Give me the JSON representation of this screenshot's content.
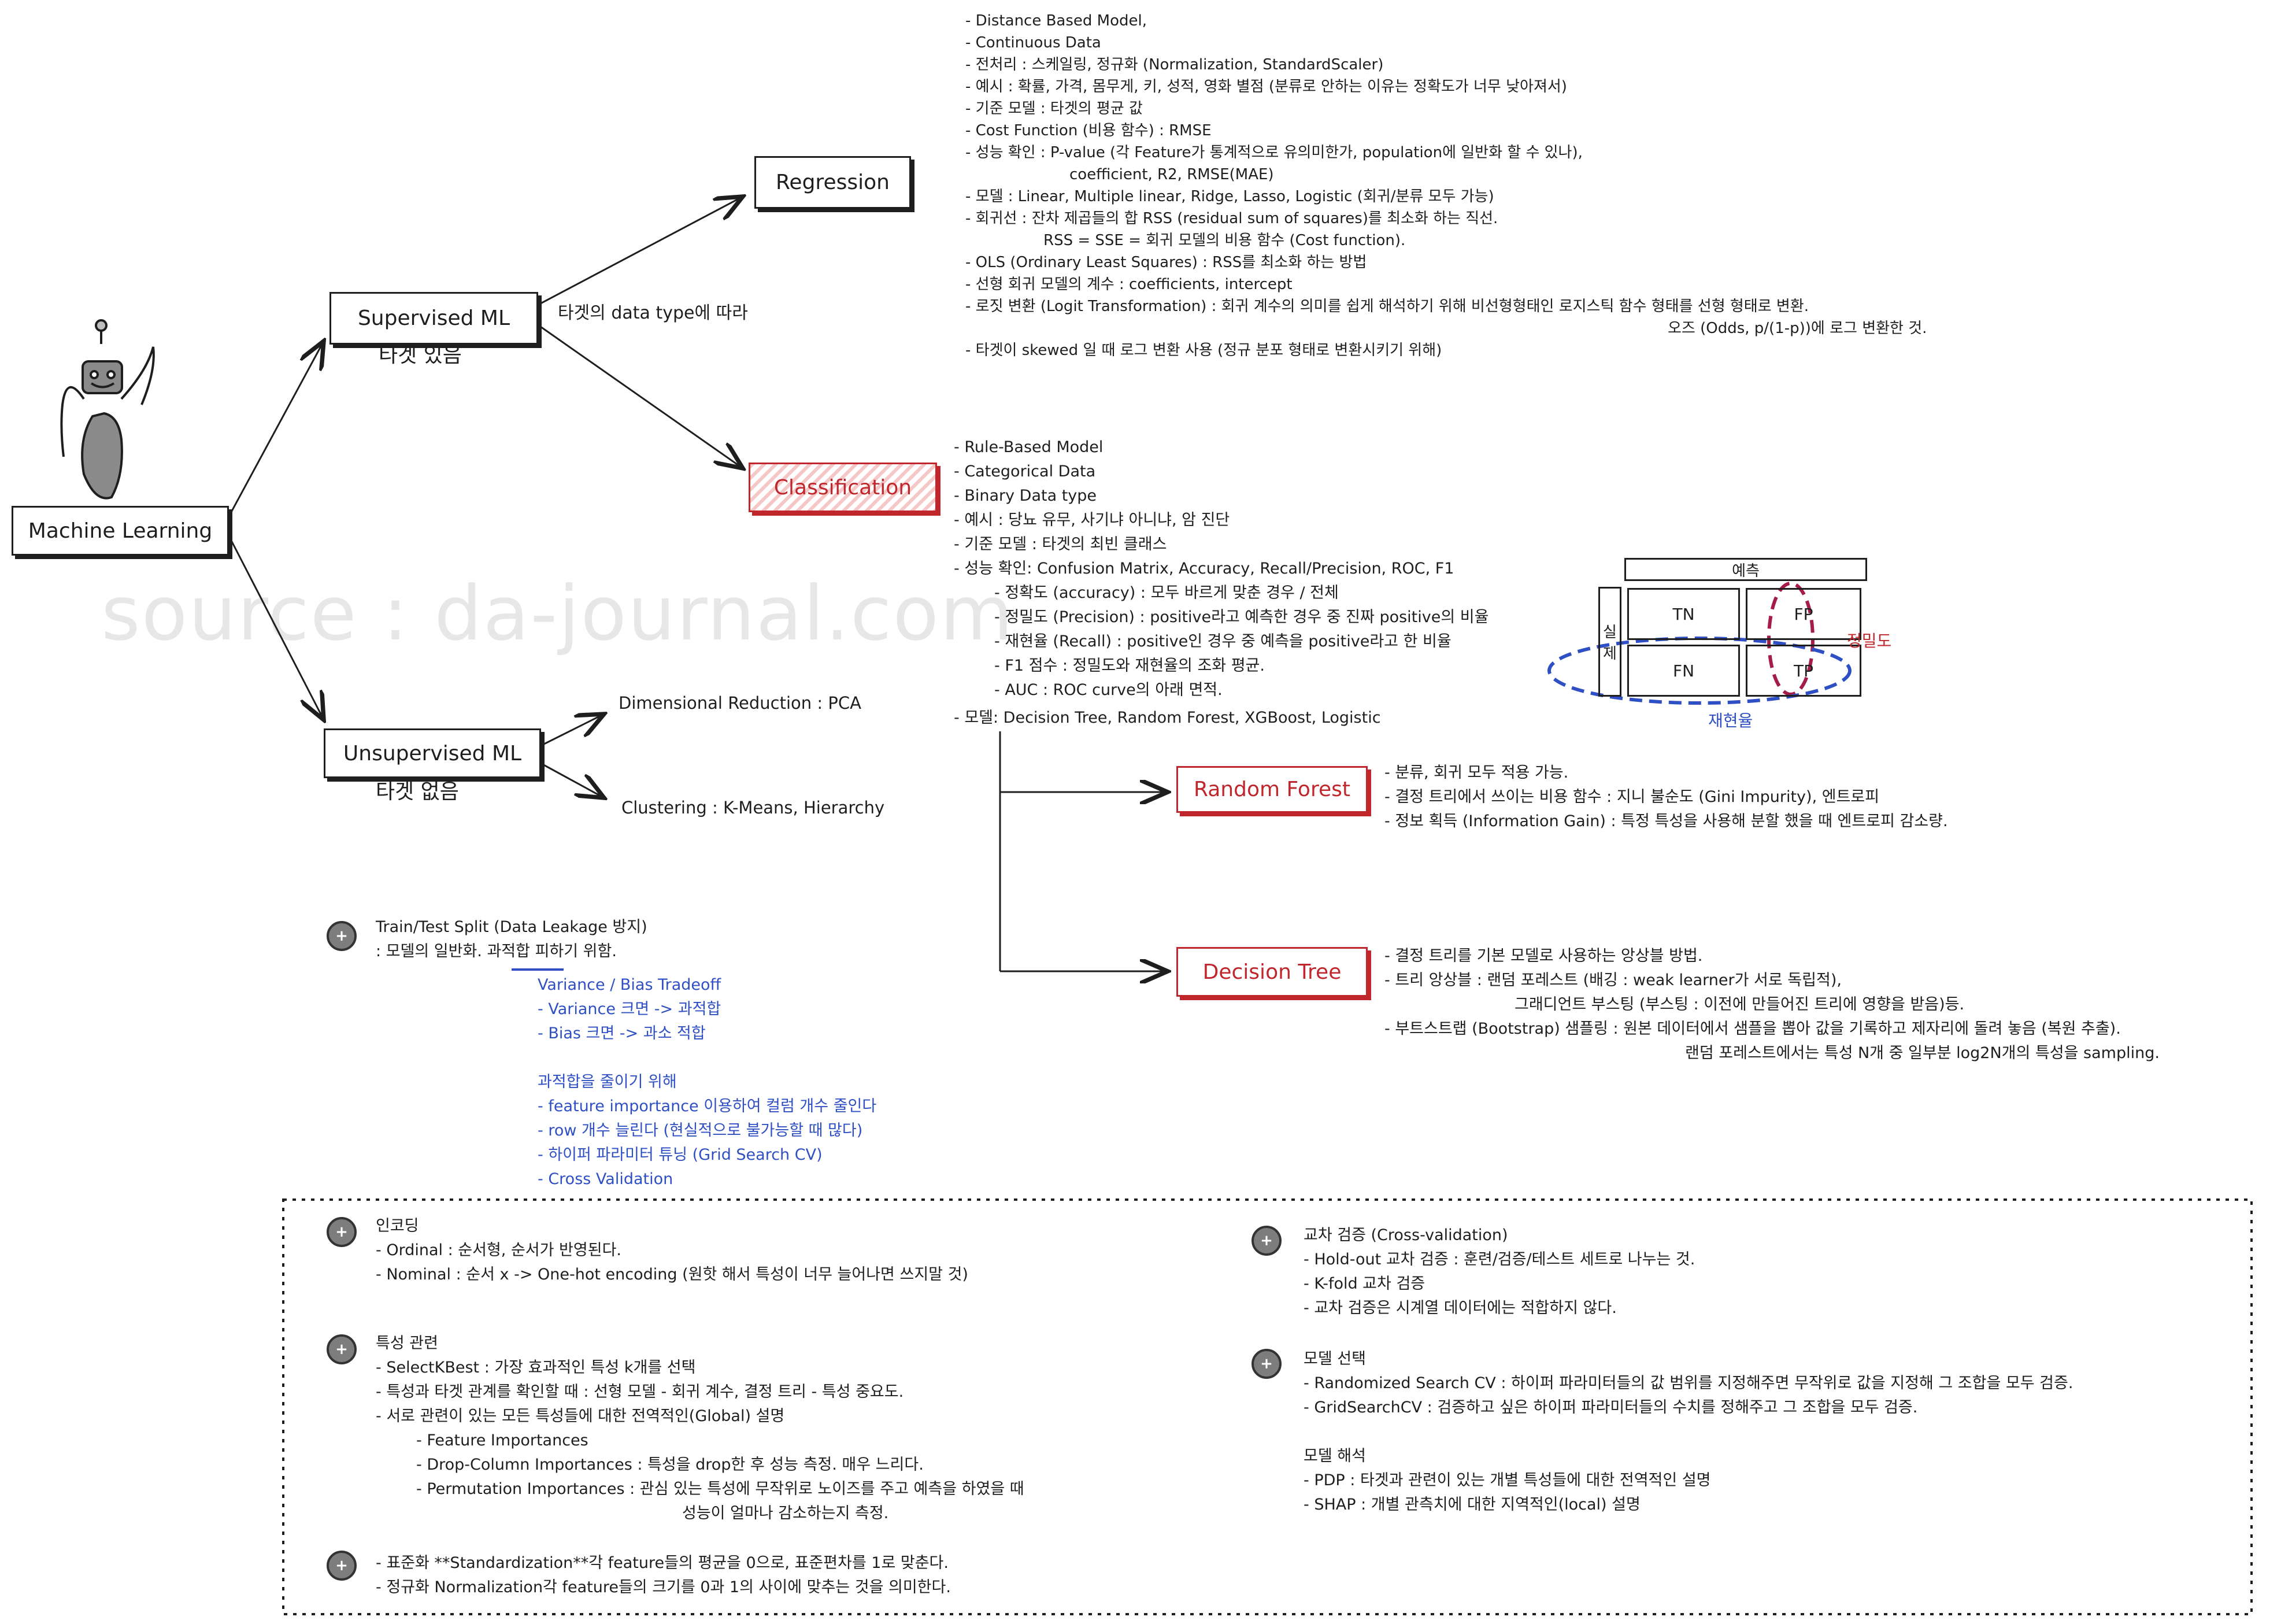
{
  "watermark": "source : da-journal.com",
  "nodes": {
    "machine_learning": "Machine Learning",
    "supervised": "Supervised ML",
    "supervised_sub": "타겟 있음",
    "unsupervised": "Unsupervised ML",
    "unsupervised_sub": "타겟 없음",
    "regression": "Regression",
    "classification": "Classification",
    "random_forest": "Random Forest",
    "decision_tree": "Decision Tree",
    "edge_label": "타겟의 data type에 따라"
  },
  "unsupervised_items": [
    "Dimensional Reduction : PCA",
    "Clustering : K-Means, Hierarchy"
  ],
  "regression_notes": [
    "- Distance Based Model,",
    "- Continuous Data",
    "- 전처리 : 스케일링, 정규화 (Normalization, StandardScaler)",
    "- 예시 : 확률, 가격, 몸무게, 키, 성적, 영화 별점 (분류로 안하는 이유는 정확도가 너무 낮아져서)",
    "- 기준 모델 : 타겟의 평균 값",
    "- Cost Function (비용 함수) : RMSE",
    "- 성능 확인 : P-value (각 Feature가 통계적으로 유의미한가, population에 일반화 할 수 있나),",
    "coefficient, R2, RMSE(MAE)",
    "- 모델 : Linear, Multiple linear, Ridge, Lasso, Logistic (회귀/분류 모두 가능)",
    "- 회귀선 : 잔차 제곱들의 합 RSS (residual sum of squares)를 최소화 하는 직선.",
    "RSS = SSE = 회귀 모델의 비용 함수 (Cost function).",
    "- OLS (Ordinary Least Squares) : RSS를 최소화 하는 방법",
    "- 선형 회귀 모델의 계수 : coefficients, intercept",
    "- 로짓 변환 (Logit Transformation) : 회귀 계수의 의미를 쉽게 해석하기 위해 비선형형태인 로지스틱 함수 형태를 선형 형태로 변환.",
    "오즈 (Odds, p/(1-p))에 로그 변환한 것.",
    "- 타겟이 skewed 일 때 로그 변환 사용 (정규 분포 형태로 변환시키기 위해)"
  ],
  "classification_notes": [
    "- Rule-Based Model",
    "- Categorical Data",
    "- Binary Data type",
    "- 예시 : 당뇨 유무, 사기냐 아니냐, 암 진단",
    "- 기준 모델 : 타겟의 최빈 클래스",
    "- 성능 확인: Confusion Matrix, Accuracy, Recall/Precision, ROC, F1",
    "- 정확도 (accuracy) : 모두 바르게 맞춘 경우 / 전체",
    "- 정밀도 (Precision) : positive라고 예측한 경우 중 진짜 positive의 비율",
    "- 재현율 (Recall) : positive인 경우 중 예측을 positive라고 한 비율",
    "- F1 점수 : 정밀도와 재현율의 조화 평균.",
    "- AUC : ROC curve의 아래 면적.",
    "- 모델: Decision Tree, Random Forest, XGBoost, Logistic"
  ],
  "confusion_matrix": {
    "header": "예측",
    "side": [
      "실",
      "제"
    ],
    "cells": [
      "TN",
      "FP",
      "FN",
      "TP"
    ],
    "precision_label": "정밀도",
    "recall_label": "재현율"
  },
  "random_forest_notes": [
    "- 분류, 회귀 모두 적용 가능.",
    "- 결정 트리에서 쓰이는 비용 함수 : 지니 불순도 (Gini Impurity), 엔트로피",
    "- 정보 획득 (Information Gain) : 특정 특성을 사용해 분할 했을 때 엔트로피 감소량."
  ],
  "decision_tree_notes": [
    "- 결정 트리를 기본 모델로 사용하는 앙상블 방법.",
    "- 트리 앙상블 : 랜덤 포레스트 (배깅 : weak learner가 서로 독립적),",
    "그래디언트 부스팅 (부스팅 : 이전에 만들어진 트리에 영향을 받음)등.",
    "- 부트스트랩 (Bootstrap) 샘플링 : 원본 데이터에서 샘플을 뽑아 값을 기록하고 제자리에 돌려 놓음 (복원 추출).",
    "랜덤 포레스트에서는 특성 N개 중 일부분 log2N개의 특성을 sampling."
  ],
  "train_test": {
    "title": "Train/Test Split (Data Leakage 방지)",
    "line2_prefix": ": 모델의 일반화. ",
    "line2_underlined": "과적합",
    "line2_suffix": " 피하기 위함.",
    "blue_lines": [
      "Variance / Bias Tradeoff",
      "- Variance 크면 -> 과적합",
      "- Bias 크면 -> 과소 적합",
      "",
      "과적합을 줄이기 위해",
      "- feature importance 이용하여 컬럼 개수 줄인다",
      "- row 개수 늘린다 (현실적으로 불가능할 때 많다)",
      "- 하이퍼 파라미터 튜닝 (Grid Search CV)",
      "- Cross Validation"
    ]
  },
  "encoding": [
    "인코딩",
    "- Ordinal : 순서형, 순서가 반영된다.",
    "- Nominal : 순서 x -> One-hot encoding (원핫 해서 특성이 너무 늘어나면 쓰지말 것)"
  ],
  "features": [
    "특성 관련",
    "- SelectKBest : 가장 효과적인 특성 k개를 선택",
    "- 특성과 타겟 관계를 확인할 때 : 선형 모델 - 회귀 계수, 결정 트리 - 특성 중요도.",
    "- 서로 관련이 있는 모든 특성들에 대한 전역적인(Global) 설명",
    "- Feature Importances",
    "- Drop-Column Importances : 특성을 drop한 후 성능 측정. 매우 느리다.",
    "- Permutation Importances : 관심 있는 특성에 무작위로 노이즈를 주고 예측을 하였을 때",
    "성능이 얼마나 감소하는지 측정."
  ],
  "scaling": [
    "- 표준화 **Standardization**각 feature들의 평균을 0으로, 표준편차를 1로 맞춘다.",
    "- 정규화 Normalization각 feature들의 크기를 0과 1의 사이에 맞추는 것을 의미한다."
  ],
  "cross_validation": [
    "교차 검증 (Cross-validation)",
    "- Hold-out 교차 검증 : 훈련/검증/테스트 세트로 나누는 것.",
    "- K-fold 교차 검증",
    "- 교차 검증은 시계열 데이터에는 적합하지 않다."
  ],
  "model_selection": [
    "모델 선택",
    "- Randomized Search CV : 하이퍼 파라미터들의 값 범위를 지정해주면 무작위로 값을 지정해 그 조합을 모두 검증.",
    "- GridSearchCV : 검증하고 싶은 하이퍼 파라미터들의 수치를 정해주고 그 조합을 모두 검증.",
    "",
    "모델 해석",
    "- PDP : 타겟과 관련이 있는 개별 특성들에 대한 전역적인 설명",
    "- SHAP : 개별 관측치에 대한 지역적인(local) 설명"
  ],
  "gear_glyph": "+",
  "colors": {
    "accent_red": "#c0272d",
    "accent_blue": "#2f4fc4",
    "ink": "#1e1e1e"
  }
}
